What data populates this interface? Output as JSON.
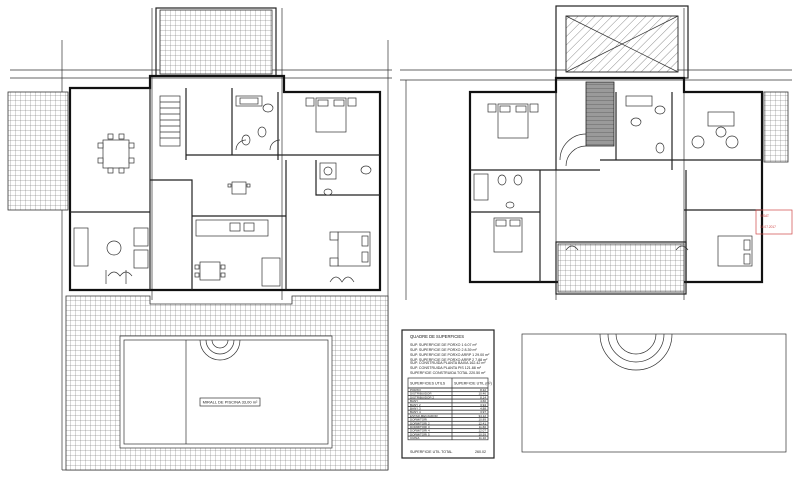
{
  "plan_labels": {
    "pool": "MIRALL DE PISCINA 33,00 m²"
  },
  "summary_table": {
    "title": "QUADRE DE SUPERFICIES",
    "area_lines": [
      "SUP. SUPERFICIE DE PORXO 1      6.07 m²",
      "SUP. SUPERFICIE DE PORXO 2      8.39 m²",
      "SUP. SUPERFICIE DE PORXO ARRP 1 29.00 m²",
      "SUP. SUPERFICIE DE PORXO ARRP 2  7.88 m²"
    ],
    "built_lines": [
      "SUP. CONSTRUIDA PLANTA BAIXA   162.42 m²",
      "SUP. CONSTRUIDA PLANTA PIS     121.88 m²",
      "SUPERFICIE CONSTRUIDA TOTAL    220.50 m²"
    ],
    "col_left": "SUPERFICIES UTILS",
    "col_right": "SUPERFICIE UTIL (m²)",
    "rows": [
      {
        "name": "PORXO",
        "value": "8.32"
      },
      {
        "name": "DISTRIBUIDOR",
        "value": "10.46"
      },
      {
        "name": "DISTRIBUIDOR 2",
        "value": "8.14"
      },
      {
        "name": "BANY",
        "value": "4.60"
      },
      {
        "name": "BANY 2",
        "value": "3.94"
      },
      {
        "name": "BANY 3",
        "value": "4.88"
      },
      {
        "name": "BANY 4",
        "value": "3.97"
      },
      {
        "name": "ESTAR-MENJADOR",
        "value": "34.12"
      },
      {
        "name": "DORMITORI",
        "value": "10.89"
      },
      {
        "name": "DORMITORI 2",
        "value": "12.41"
      },
      {
        "name": "DORMITORI 3",
        "value": "11.60"
      },
      {
        "name": "DORMITORI 4",
        "value": "12.07"
      },
      {
        "name": "DORMITORI 5",
        "value": "10.59"
      },
      {
        "name": "CUINA",
        "value": "11.10"
      }
    ],
    "total_label": "SUPERFICIE UTIL TOTAL",
    "total_value": "260.02"
  },
  "stamp": {
    "line1": "VISAT",
    "date": "16.07.2017"
  }
}
